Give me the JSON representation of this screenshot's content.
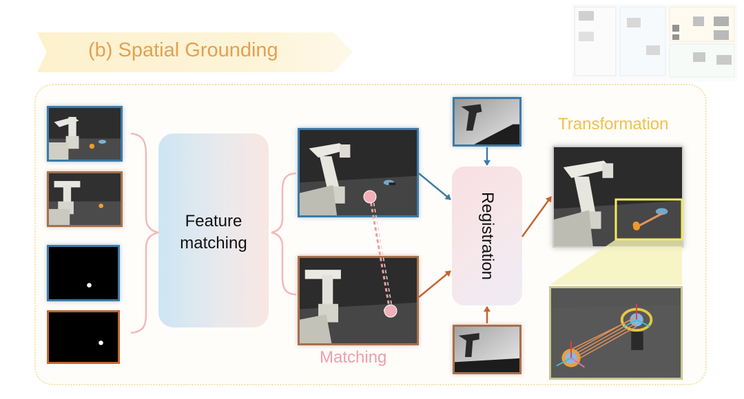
{
  "header": {
    "title": "(b) Spatial Grounding"
  },
  "nodes": {
    "feature_matching": [
      "Feature",
      "matching"
    ],
    "registration": "Registration"
  },
  "labels": {
    "matching": "Matching",
    "transformation": "Transformation"
  },
  "colors": {
    "title": "#e4a04f",
    "blue_frame": "#3e7aa5",
    "brown_frame": "#a4704f",
    "orange_frame": "#c5632c",
    "transformation": "#f0c04f",
    "matching": "#ee9eaa",
    "highlight_box": "#f3ec5d"
  }
}
